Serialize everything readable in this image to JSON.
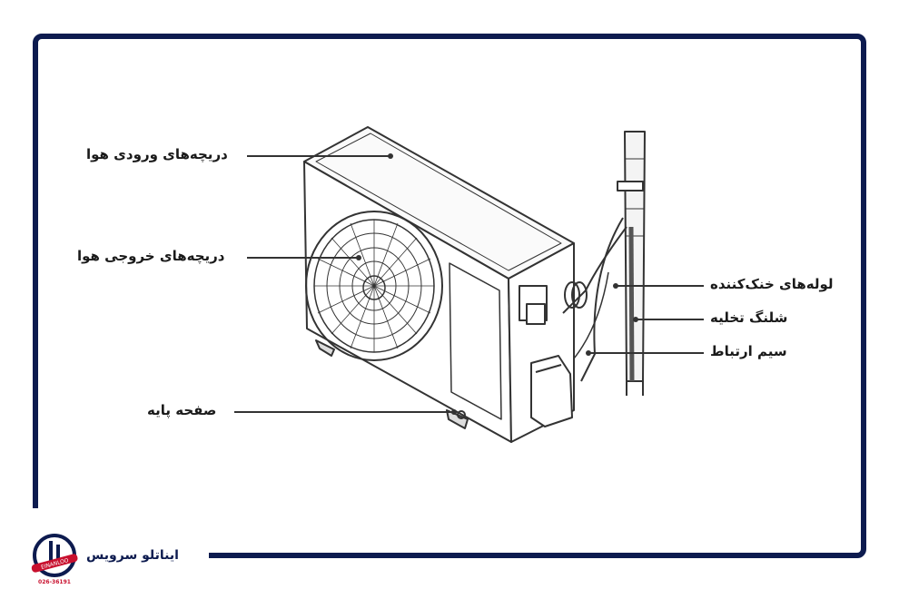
{
  "labels": {
    "air_inlet": "دریچه‌های ورودی هوا",
    "air_outlet": "دریچه‌های خروجی هوا",
    "base_plate": "صفحه پایه",
    "refrigerant_pipes": "لوله‌های خنک‌کننده",
    "drain_hose": "شلنگ تخلیه",
    "connection_wire": "سیم ارتباط"
  },
  "brand": {
    "name": "ایناتلو سرویس",
    "logo_text": "EINANLOO",
    "phone_fragment": "026-36191"
  },
  "colors": {
    "frame": "#0d1b4f",
    "line": "#333333",
    "accent_red": "#c8102e"
  }
}
